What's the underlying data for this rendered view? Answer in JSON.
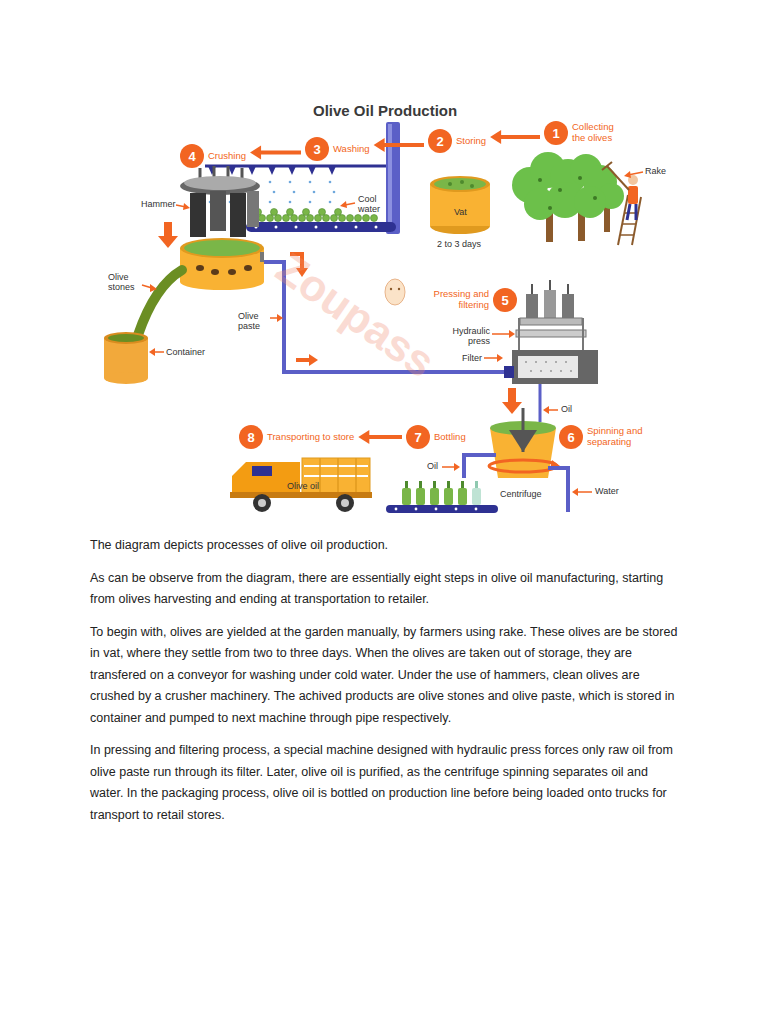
{
  "diagram": {
    "title": "Olive Oil Production",
    "nodes": [
      {
        "text": [
          "1",
          "Collecting the olives"
        ]
      },
      {
        "text": [
          "2",
          "Storing"
        ]
      },
      {
        "text": [
          "3",
          "Washing"
        ]
      },
      {
        "text": [
          "4",
          "Crushing"
        ]
      },
      {
        "text": [
          "5",
          "Pressing and filtering"
        ]
      },
      {
        "text": [
          "6",
          "Spinning and separating"
        ]
      },
      {
        "text": [
          "7",
          "Bottling"
        ]
      },
      {
        "text": [
          "8",
          "Transporting to store"
        ]
      }
    ],
    "edges": [
      {
        "from": 0,
        "to": 1,
        "arrow": "to"
      },
      {
        "from": 1,
        "to": 2,
        "arrow": "to"
      },
      {
        "from": 2,
        "to": 3,
        "arrow": "to"
      },
      {
        "from": 6,
        "to": 7,
        "arrow": "to"
      }
    ],
    "labels": [
      "Rake",
      "Vat",
      "2 to 3 days",
      "Cool water",
      "Hammer",
      "Olive stones",
      "Container",
      "Olive paste",
      "Zoupass",
      "Hydraulic press",
      "Filter",
      "Oil",
      "Oil",
      "Centrifuge",
      "Water",
      "Olive oil",
      "The diagram depicts processes of olive oil production.",
      "As can be observe from the diagram, there are essentially eight steps in olive oil manufacturing, starting from olives harvesting and ending at transportation to retailer.",
      "To begin with, olives are yielded at the garden manually, by farmers using rake. These olives are be stored in vat, where they settle from two to three days. When the olives are taken out of storage, they are transfered on a conveyor for washing under cold water. Under the use of hammers, clean olives are crushed by a crusher machinery. The achived products are olive stones and olive paste, which is stored in container and pumped to next machine through pipe respectively.",
      "In pressing and filtering process, a special machine designed with hydraulic press forces only raw oil from olive paste run through its filter. Later, olive oil is purified, as the centrifuge spinning separates oil and water. In the packaging process, olive oil is bottled on production line before being loaded onto trucks for transport to retail stores."
    ]
  }
}
